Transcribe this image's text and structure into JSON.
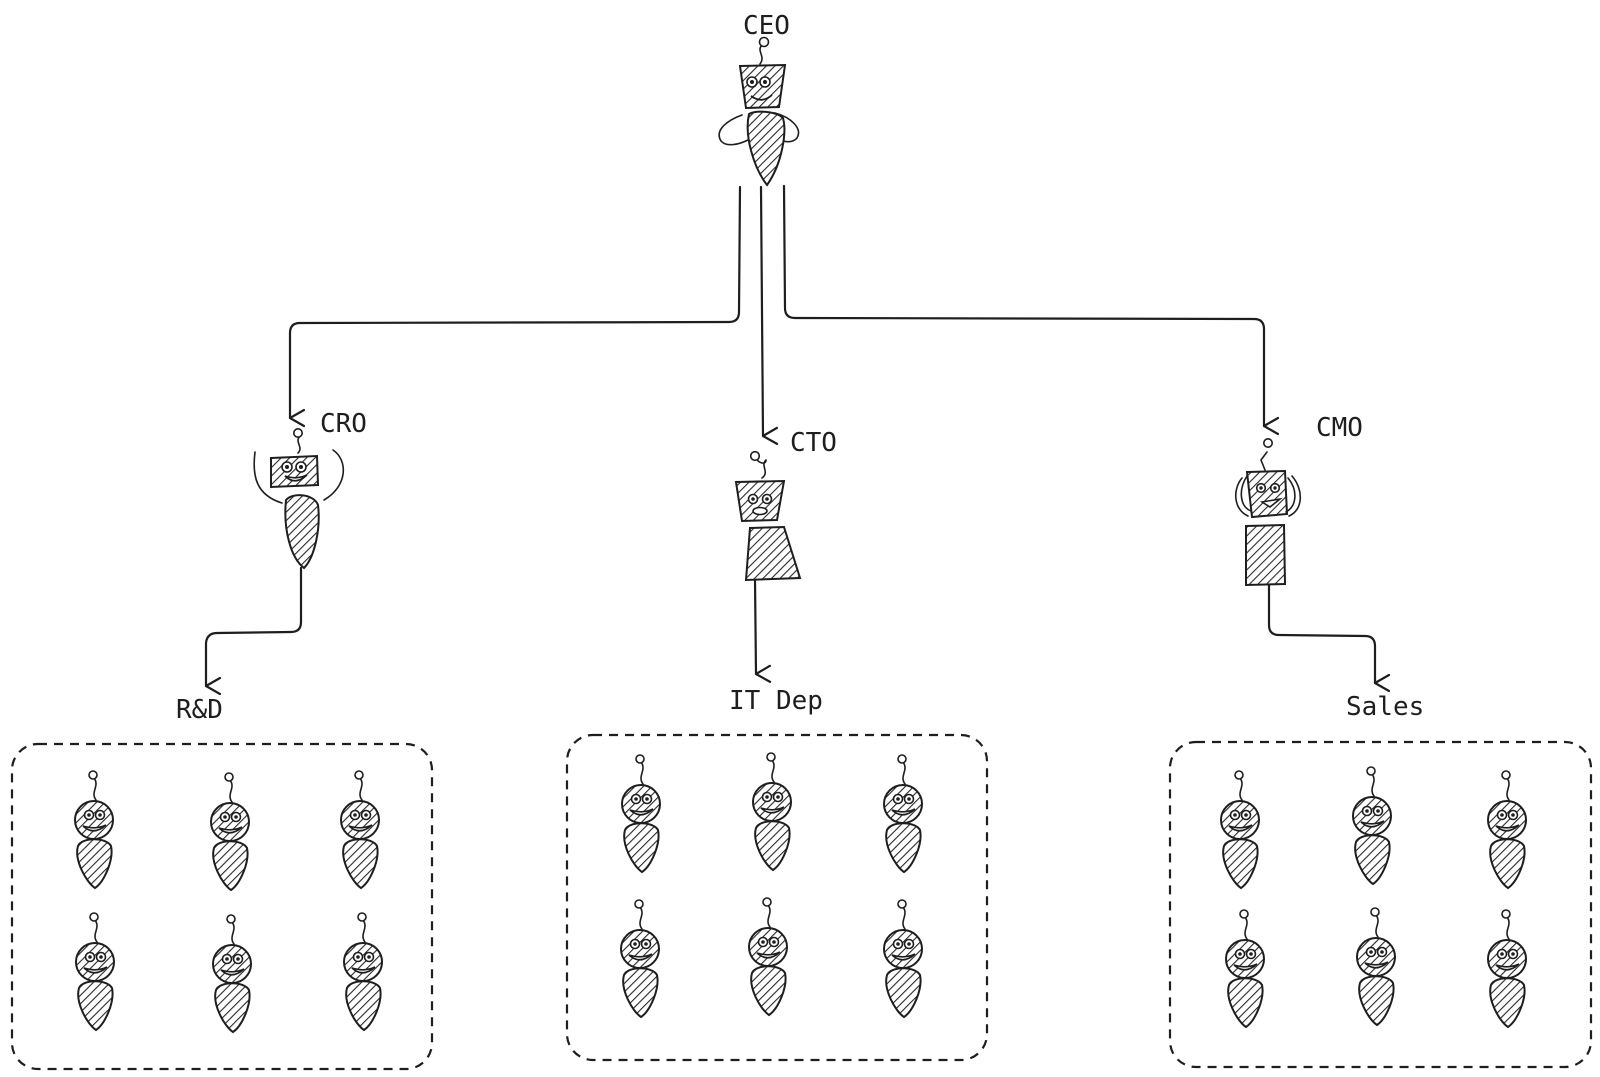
{
  "diagram": {
    "roles": [
      {
        "id": "ceo",
        "label": "CEO"
      },
      {
        "id": "cro",
        "label": "CRO"
      },
      {
        "id": "cto",
        "label": "CTO"
      },
      {
        "id": "cmo",
        "label": "CMO"
      }
    ],
    "departments": [
      {
        "id": "rnd",
        "label": "R&D",
        "members": 6
      },
      {
        "id": "it",
        "label": "IT Dep",
        "members": 6
      },
      {
        "id": "sales",
        "label": "Sales",
        "members": 6
      }
    ],
    "edges": [
      {
        "from": "CEO",
        "to": "CRO"
      },
      {
        "from": "CEO",
        "to": "CTO"
      },
      {
        "from": "CEO",
        "to": "CMO"
      },
      {
        "from": "CRO",
        "to": "R&D"
      },
      {
        "from": "CTO",
        "to": "IT Dep"
      },
      {
        "from": "CMO",
        "to": "Sales"
      }
    ]
  }
}
